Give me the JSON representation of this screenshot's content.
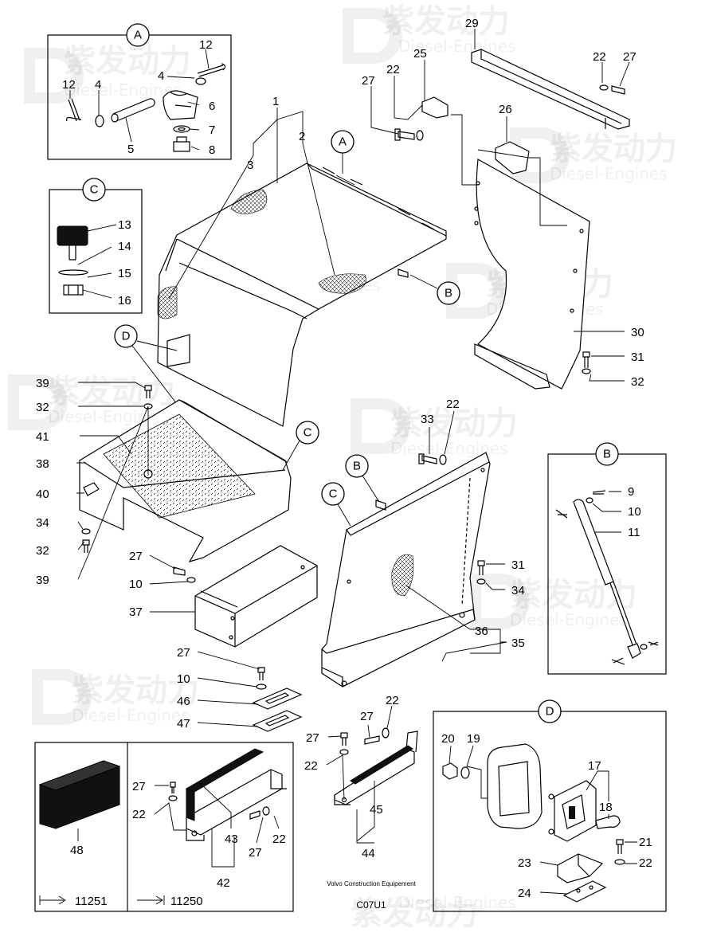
{
  "diagram_code": "C07U1",
  "manufacturer": "Volvo Construction Equipement",
  "watermark": {
    "cn": "紫发动力",
    "en": "Diesel-Engines"
  },
  "callouts": {
    "A": "A",
    "B": "B",
    "C": "C",
    "D": "D"
  },
  "references": {
    "ref_11251": "11251",
    "ref_11250": "11250"
  },
  "part_numbers": {
    "n1": "1",
    "n2": "2",
    "n3": "3",
    "n4": "4",
    "n5": "5",
    "n6": "6",
    "n7": "7",
    "n8": "8",
    "n9": "9",
    "n10": "10",
    "n11": "11",
    "n12": "12",
    "n13": "13",
    "n14": "14",
    "n15": "15",
    "n16": "16",
    "n17": "17",
    "n18": "18",
    "n19": "19",
    "n20": "20",
    "n21": "21",
    "n22": "22",
    "n23": "23",
    "n24": "24",
    "n25": "25",
    "n26": "26",
    "n27": "27",
    "n29": "29",
    "n30": "30",
    "n31": "31",
    "n32": "32",
    "n33": "33",
    "n34": "34",
    "n35": "35",
    "n36": "36",
    "n37": "37",
    "n38": "38",
    "n39": "39",
    "n40": "40",
    "n41": "41",
    "n42": "42",
    "n43": "43",
    "n44": "44",
    "n45": "45",
    "n46": "46",
    "n47": "47",
    "n48": "48"
  }
}
